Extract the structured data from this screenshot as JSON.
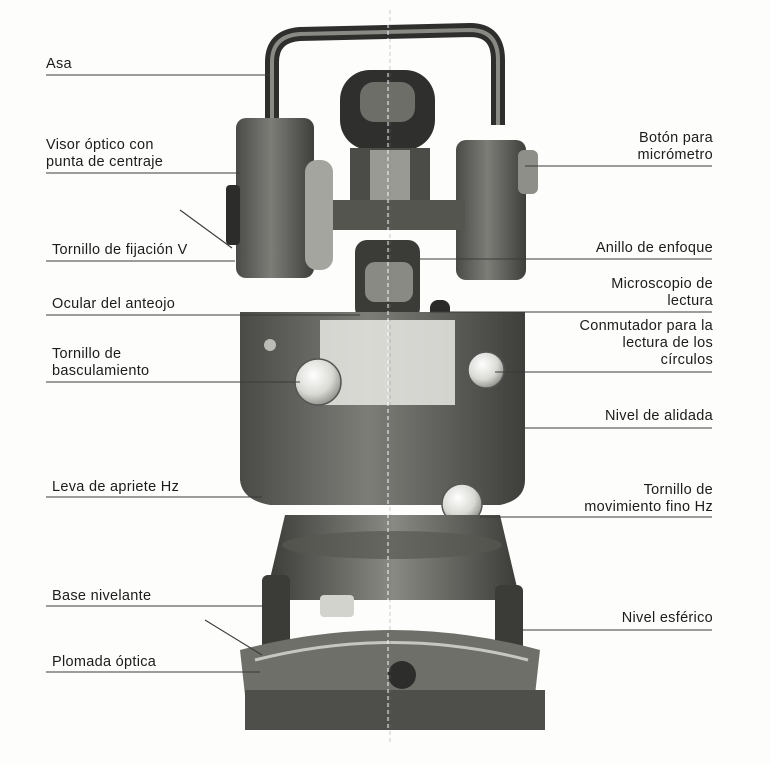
{
  "labels_left": [
    {
      "id": "asa",
      "lines": [
        "Asa"
      ]
    },
    {
      "id": "visor",
      "lines": [
        "Visor óptico con",
        "punta de centraje"
      ]
    },
    {
      "id": "tornillo-fijacion",
      "lines": [
        "Tornillo de fijación V"
      ]
    },
    {
      "id": "ocular",
      "lines": [
        "Ocular del anteojo"
      ]
    },
    {
      "id": "tornillo-basculamiento",
      "lines": [
        "Tornillo de",
        "basculamiento"
      ]
    },
    {
      "id": "leva",
      "lines": [
        "Leva de apriete Hz"
      ]
    },
    {
      "id": "base",
      "lines": [
        "Base nivelante"
      ]
    },
    {
      "id": "plomada",
      "lines": [
        "Plomada óptica"
      ]
    }
  ],
  "labels_right": [
    {
      "id": "boton",
      "lines": [
        "Botón para",
        "micrómetro"
      ]
    },
    {
      "id": "anillo",
      "lines": [
        "Anillo de enfoque"
      ]
    },
    {
      "id": "microscopio",
      "lines": [
        "Microscopio de",
        "lectura"
      ]
    },
    {
      "id": "conmutador",
      "lines": [
        "Conmutador para la",
        "lectura de los",
        "círculos"
      ]
    },
    {
      "id": "nivel-alidada",
      "lines": [
        "Nivel de alidada"
      ]
    },
    {
      "id": "tornillo-fino",
      "lines": [
        "Tornillo de",
        "movimiento fino Hz"
      ]
    },
    {
      "id": "nivel-esferico",
      "lines": [
        "Nivel esférico"
      ]
    }
  ],
  "colors": {
    "ink": "#1c1c1c",
    "metal_dark": "#3a3a38",
    "metal_mid": "#6d6d69",
    "metal_light": "#a8a8a2",
    "paper": "#fdfdfb"
  },
  "icon": "theodolite-illustration"
}
